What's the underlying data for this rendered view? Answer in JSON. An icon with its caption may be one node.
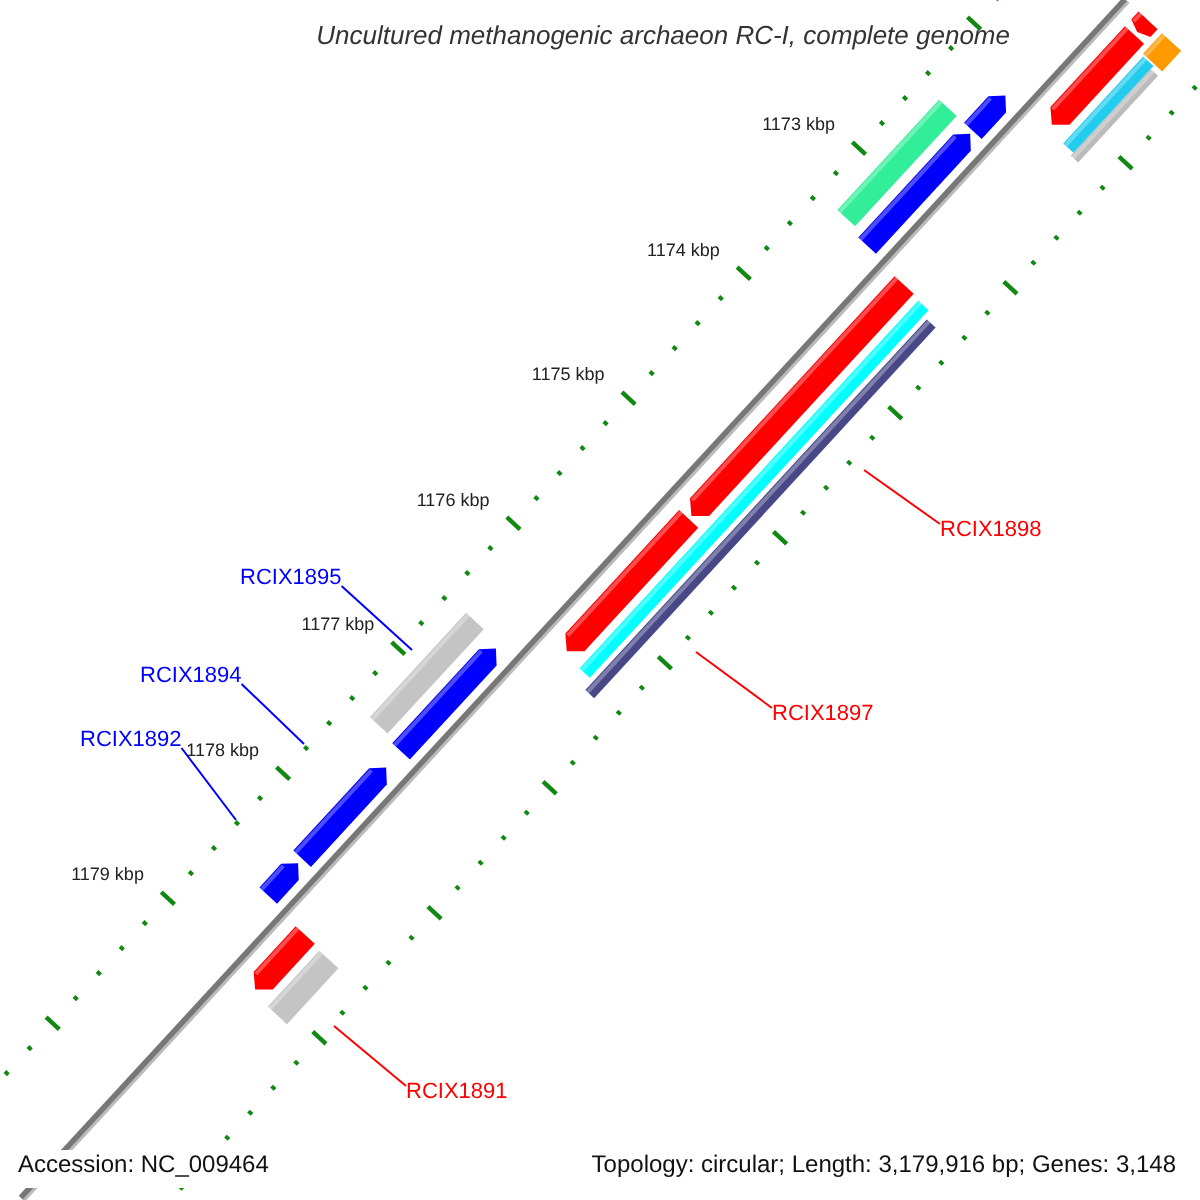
{
  "diagram": {
    "title": "Uncultured methanogenic archaeon RC-I, complete genome",
    "nodes": [
      {
        "text": [
          "RCIX1898"
        ]
      },
      {
        "text": [
          "RCIX1895"
        ]
      },
      {
        "text": [
          "RCIX1894"
        ]
      },
      {
        "text": [
          "RCIX1897"
        ]
      },
      {
        "text": [
          "RCIX1892"
        ]
      },
      {
        "text": [
          "RCIX1891"
        ]
      }
    ],
    "edges": [
      {
        "from": 0,
        "to": null,
        "arrow": "none",
        "color": "#ff0000"
      },
      {
        "from": 1,
        "to": null,
        "arrow": "none",
        "color": "#0000ff"
      },
      {
        "from": 2,
        "to": null,
        "arrow": "none",
        "color": "#0000ff"
      },
      {
        "from": 3,
        "to": null,
        "arrow": "none",
        "color": "#ff0000"
      },
      {
        "from": 4,
        "to": null,
        "arrow": "none",
        "color": "#0000ff"
      },
      {
        "from": 5,
        "to": null,
        "arrow": "none",
        "color": "#ff0000"
      }
    ],
    "labels": [
      "1173 kbp",
      "1174 kbp",
      "1175 kbp",
      "1176 kbp",
      "1177 kbp",
      "1178 kbp",
      "1179 kbp",
      "Accession: NC_009464",
      "Topology: circular; Length: 3,179,916 bp; Genes: 3,148"
    ]
  }
}
